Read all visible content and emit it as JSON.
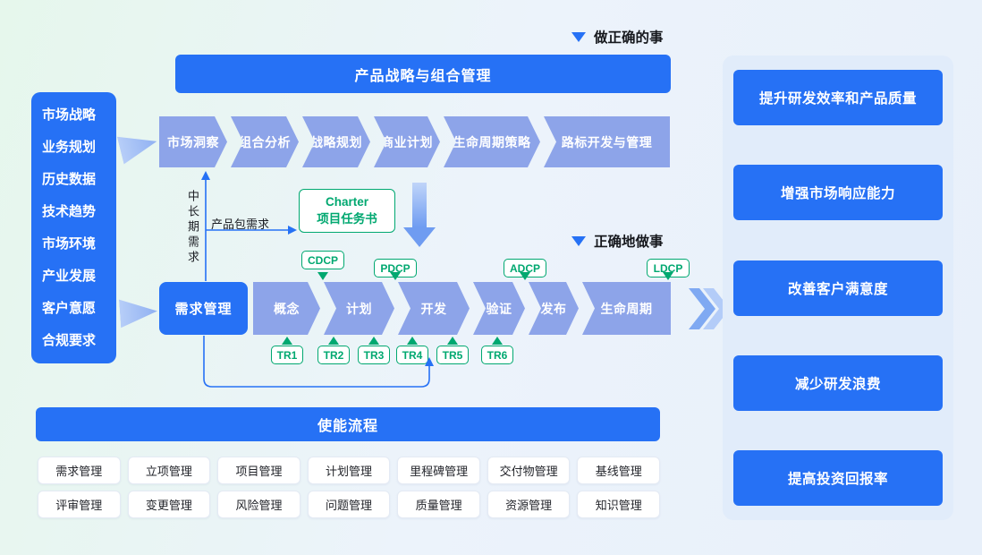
{
  "colors": {
    "primary_blue": "#2671f5",
    "step_blue": "#8da4e9",
    "green": "#00a870",
    "panel_bg": "#e1ecfa"
  },
  "captions": {
    "do_right_things": "做正确的事",
    "do_things_right": "正确地做事"
  },
  "inputs_panel": {
    "items": [
      "市场战略",
      "业务规划",
      "历史数据",
      "技术趋势",
      "市场环境",
      "产业发展",
      "客户意愿",
      "合规要求"
    ]
  },
  "strategy": {
    "banner": "产品战略与组合管理",
    "steps": [
      "市场洞察",
      "组合分析",
      "战略规划",
      "商业计划",
      "生命周期策略",
      "路标开发与管理"
    ]
  },
  "requirements": {
    "box": "需求管理",
    "long_term_vertical": "中长期需求",
    "product_package": "产品包需求",
    "charter": {
      "line1": "Charter",
      "line2": "项目任务书"
    }
  },
  "development": {
    "steps": [
      "概念",
      "计划",
      "开发",
      "验证",
      "发布",
      "生命周期"
    ],
    "checkpoints": [
      "CDCP",
      "PDCP",
      "ADCP",
      "LDCP"
    ],
    "tr_points": [
      "TR1",
      "TR2",
      "TR3",
      "TR4",
      "TR5",
      "TR6"
    ]
  },
  "enable": {
    "banner": "使能流程",
    "row1": [
      "需求管理",
      "立项管理",
      "项目管理",
      "计划管理",
      "里程碑管理",
      "交付物管理",
      "基线管理"
    ],
    "row2": [
      "评审管理",
      "变更管理",
      "风险管理",
      "问题管理",
      "质量管理",
      "资源管理",
      "知识管理"
    ]
  },
  "benefits": [
    "提升研发效率和产品质量",
    "增强市场响应能力",
    "改善客户满意度",
    "减少研发浪费",
    "提高投资回报率"
  ]
}
